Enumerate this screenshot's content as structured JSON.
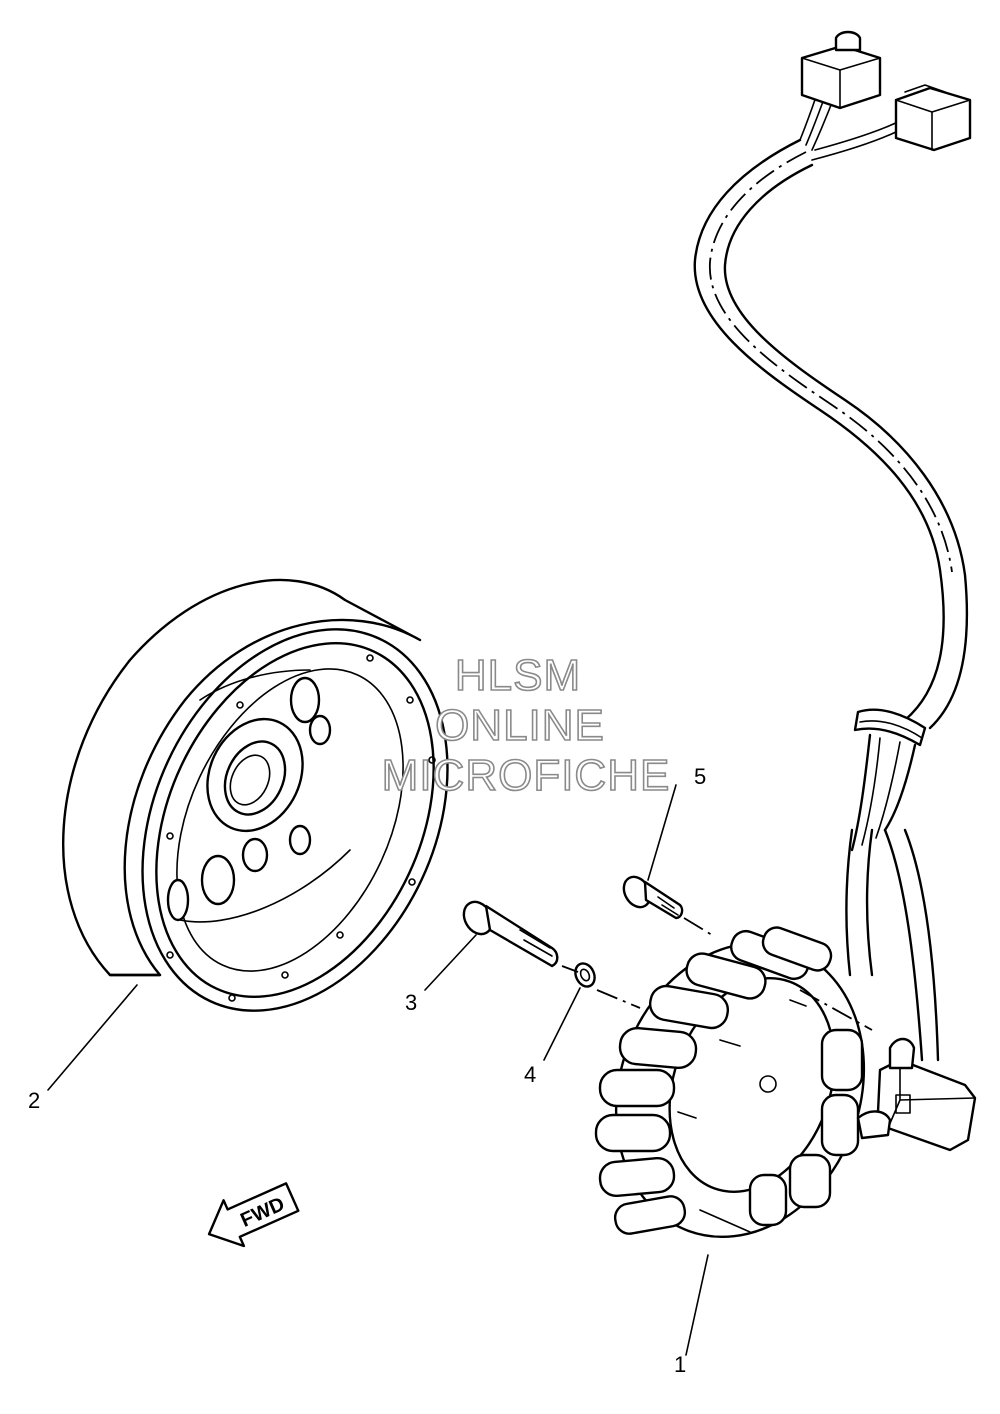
{
  "watermark": {
    "line1": "HLSM",
    "line2": "ONLINE",
    "line3": "MICROFICHE"
  },
  "direction_arrow": {
    "label": "FWD"
  },
  "callouts": [
    {
      "number": "1",
      "part": "stator"
    },
    {
      "number": "2",
      "part": "rotor"
    },
    {
      "number": "3",
      "part": "bolt"
    },
    {
      "number": "4",
      "part": "washer"
    },
    {
      "number": "5",
      "part": "screw"
    }
  ]
}
